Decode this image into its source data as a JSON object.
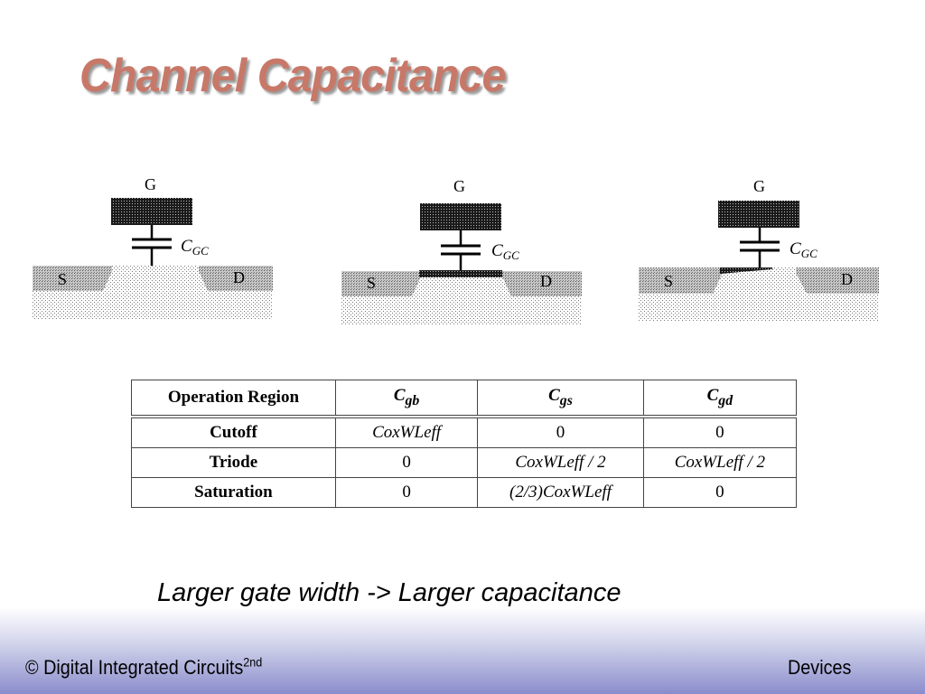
{
  "slide": {
    "title": "Channel Capacitance",
    "caption": "Larger gate width -> Larger capacitance"
  },
  "diagrams": [
    {
      "gate_label": "G",
      "cap_label": "C",
      "cap_sub": "GC",
      "source_label": "S",
      "drain_label": "D"
    },
    {
      "gate_label": "G",
      "cap_label": "C",
      "cap_sub": "GC",
      "source_label": "S",
      "drain_label": "D"
    },
    {
      "gate_label": "G",
      "cap_label": "C",
      "cap_sub": "GC",
      "source_label": "S",
      "drain_label": "D"
    }
  ],
  "table": {
    "headers": {
      "region": "Operation Region",
      "cgb": "C",
      "cgb_sub": "gb",
      "cgs": "C",
      "cgs_sub": "gs",
      "cgd": "C",
      "cgd_sub": "gd"
    },
    "rows": [
      {
        "region": "Cutoff",
        "cgb": "CoxWLeff",
        "cgs": "0",
        "cgd": "0"
      },
      {
        "region": "Triode",
        "cgb": "0",
        "cgs": "CoxWLeff / 2",
        "cgd": "CoxWLeff / 2"
      },
      {
        "region": "Saturation",
        "cgb": "0",
        "cgs": "(2/3)CoxWLeff",
        "cgd": "0"
      }
    ]
  },
  "footer": {
    "left": "© Digital Integrated Circuits",
    "left_sup": "2nd",
    "right": "Devices"
  },
  "colors": {
    "title": "#c87868",
    "footer_gradient_end": "#8a8ccc"
  }
}
